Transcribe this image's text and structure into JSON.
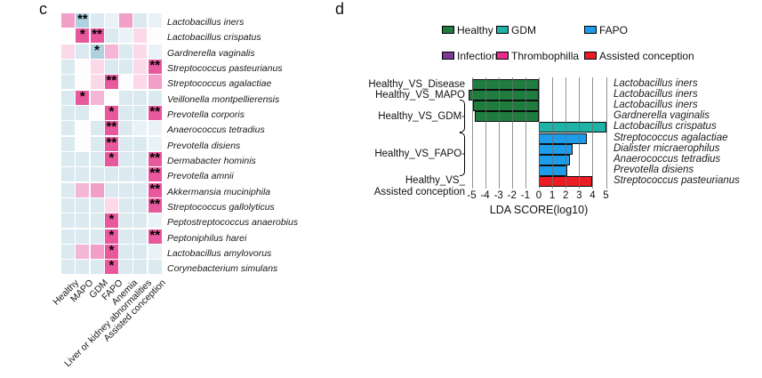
{
  "panel_c_label": "c",
  "panel_d_label": "d",
  "chart_data": [
    {
      "type": "heatmap",
      "panel": "c",
      "columns": [
        "Healthy",
        "MAPO",
        "GDM",
        "FAPO",
        "Anemia",
        "Liver or kidney abnormalities",
        "Assisted conception"
      ],
      "palette": {
        "DP": "#e8589c",
        "MP": "#f19fc9",
        "LP": "#f5b5d6",
        "PP": "#fbd9e8",
        "DB": "#aed0df",
        "LB": "#dbe9f0",
        "PB": "#e9f2f6",
        "W": "#fdfdfe"
      },
      "rows": [
        {
          "species": "Lactobacillus iners",
          "cells": [
            "MP",
            "DB",
            "LB",
            "PB",
            "MP",
            "LB",
            "PB"
          ],
          "stars": {
            "1": "**"
          }
        },
        {
          "species": "Lactobacillus crispatus",
          "cells": [
            "W",
            "DP",
            "DP",
            "LB",
            "PB",
            "PP",
            "W"
          ],
          "stars": {
            "1": "*",
            "2": "**"
          }
        },
        {
          "species": "Gardnerella vaginalis",
          "cells": [
            "PP",
            "LB",
            "DB",
            "LP",
            "LB",
            "PP",
            "PB"
          ],
          "stars": {
            "2": "*"
          }
        },
        {
          "species": "Streptococcus pasteurianus",
          "cells": [
            "LB",
            "W",
            "PP",
            "LB",
            "LB",
            "PP",
            "DP"
          ],
          "stars": {
            "6": "**"
          }
        },
        {
          "species": "Streptococcus agalactiae",
          "cells": [
            "LB",
            "W",
            "PP",
            "DP",
            "W",
            "PP",
            "MP"
          ],
          "stars": {
            "3": "**"
          }
        },
        {
          "species": "Veillonella montpellierensis",
          "cells": [
            "LB",
            "DP",
            "LP",
            "W",
            "LB",
            "LB",
            "LB"
          ],
          "stars": {
            "1": "*"
          }
        },
        {
          "species": "Prevotella corporis",
          "cells": [
            "LB",
            "LB",
            "W",
            "DP",
            "LB",
            "LB",
            "DP"
          ],
          "stars": {
            "3": "*",
            "6": "**"
          }
        },
        {
          "species": "Anaerococcus tetradius",
          "cells": [
            "LB",
            "W",
            "LB",
            "DP",
            "LB",
            "PB",
            "PB"
          ],
          "stars": {
            "3": "**"
          }
        },
        {
          "species": "Prevotella disiens",
          "cells": [
            "LB",
            "W",
            "LB",
            "DP",
            "LB",
            "LB",
            "PB"
          ],
          "stars": {
            "3": "**"
          }
        },
        {
          "species": "Dermabacter hominis",
          "cells": [
            "LB",
            "LB",
            "LB",
            "DP",
            "LB",
            "LB",
            "DP"
          ],
          "stars": {
            "3": "*",
            "6": "**"
          }
        },
        {
          "species": "Prevotella amnii",
          "cells": [
            "LB",
            "LB",
            "LB",
            "LB",
            "LB",
            "LB",
            "DP"
          ],
          "stars": {
            "6": "**"
          }
        },
        {
          "species": "Akkermansia muciniphila",
          "cells": [
            "LB",
            "LP",
            "MP",
            "LB",
            "LB",
            "LB",
            "DP"
          ],
          "stars": {
            "6": "**"
          }
        },
        {
          "species": "Streptococcus gallolyticus",
          "cells": [
            "LB",
            "LB",
            "LB",
            "PP",
            "LB",
            "LB",
            "DP"
          ],
          "stars": {
            "6": "**"
          }
        },
        {
          "species": "Peptostreptococcus anaerobius",
          "cells": [
            "LB",
            "LB",
            "LB",
            "DP",
            "LB",
            "LB",
            "PB"
          ],
          "stars": {
            "3": "*"
          }
        },
        {
          "species": "Peptoniphilus harei",
          "cells": [
            "LB",
            "LB",
            "LB",
            "DP",
            "LB",
            "LB",
            "DP"
          ],
          "stars": {
            "3": "*",
            "6": "**"
          }
        },
        {
          "species": "Lactobacillus amylovorus",
          "cells": [
            "LB",
            "LP",
            "MP",
            "DP",
            "LB",
            "LB",
            "PB"
          ],
          "stars": {
            "3": "*"
          }
        },
        {
          "species": "Corynebacterium simulans",
          "cells": [
            "LB",
            "LB",
            "LB",
            "DP",
            "LB",
            "LB",
            "LB"
          ],
          "stars": {
            "3": "*"
          }
        }
      ]
    },
    {
      "type": "bar",
      "panel": "d",
      "orientation": "horizontal",
      "xlabel": "LDA SCORE(log10)",
      "xticks": [
        -5,
        -4,
        -3,
        -2,
        -1,
        0,
        1,
        2,
        3,
        4,
        5
      ],
      "xlim": [
        -5.5,
        5.5
      ],
      "grid": true,
      "colors": {
        "Healthy": "#1e7d3e",
        "GDM": "#1fb2a6",
        "FAPO": "#1d9de9",
        "Infection": "#7a3b96",
        "Thrombophilla": "#ea2b8d",
        "Assisted conception": "#ec1c24"
      },
      "legend_rows": [
        [
          {
            "label": "Healthy",
            "color_key": "Healthy"
          },
          {
            "label": "GDM",
            "color_key": "GDM"
          },
          {
            "label": "FAPO",
            "color_key": "FAPO"
          }
        ],
        [
          {
            "label": "Infection",
            "color_key": "Infection"
          },
          {
            "label": "Thrombophilla",
            "color_key": "Thrombophilla"
          },
          {
            "label": "Assisted conception",
            "color_key": "Assisted conception"
          }
        ]
      ],
      "groups": [
        {
          "label_lines": [
            "Healthy_VS_Disease"
          ],
          "bracket": false,
          "bars": [
            {
              "species": "Lactobacillus iners",
              "value": -5.0,
              "color_key": "Healthy"
            }
          ]
        },
        {
          "label_lines": [
            "Healthy_VS_MAPO"
          ],
          "bracket": false,
          "bars": [
            {
              "species": "Lactobacillus iners",
              "value": -5.2,
              "color_key": "Healthy"
            }
          ]
        },
        {
          "label_lines": [
            "Healthy_VS_GDM-"
          ],
          "bracket": true,
          "bars": [
            {
              "species": "Lactobacillus iners",
              "value": -4.9,
              "color_key": "Healthy"
            },
            {
              "species": "Gardnerella vaginalis",
              "value": -4.8,
              "color_key": "Healthy"
            },
            {
              "species": "Lactobacillus crispatus",
              "value": 5.0,
              "color_key": "GDM"
            }
          ]
        },
        {
          "label_lines": [
            "Healthy_VS_FAPO-"
          ],
          "bracket": true,
          "bars": [
            {
              "species": "Streptococcus agalactiae",
              "value": 3.6,
              "color_key": "FAPO"
            },
            {
              "species": "Dialister micraerophilus",
              "value": 2.5,
              "color_key": "FAPO"
            },
            {
              "species": "Anaerococcus tetradius",
              "value": 2.3,
              "color_key": "FAPO"
            },
            {
              "species": "Prevotella disiens",
              "value": 2.1,
              "color_key": "FAPO"
            }
          ]
        },
        {
          "label_lines": [
            "Healthy_VS_",
            "Assisted conception"
          ],
          "bracket": false,
          "bars": [
            {
              "species": "Streptococcus pasteurianus",
              "value": 4.0,
              "color_key": "Assisted conception"
            }
          ]
        }
      ]
    }
  ]
}
